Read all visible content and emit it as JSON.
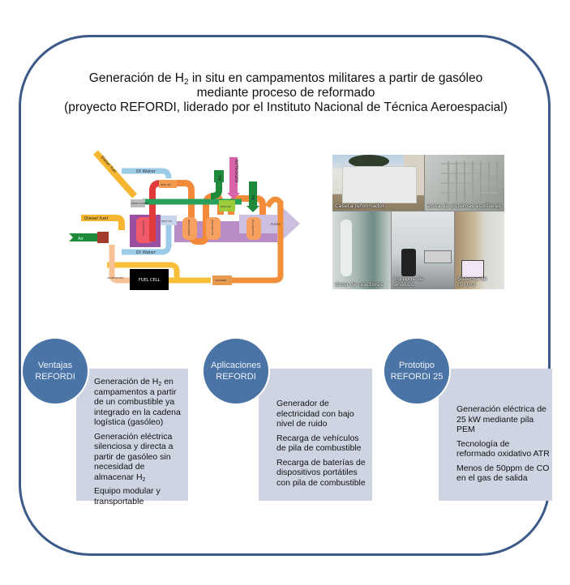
{
  "title": {
    "line1_pre": "Generación de H",
    "line1_sub": "2",
    "line1_post": " in situ en campamentos militares a partir de gasóleo",
    "line2": "mediante proceso de reformado",
    "line3": "(proyecto REFORDI, liderado por el Instituto Nacional de Técnica Aeroespacial)"
  },
  "diagram": {
    "labels": {
      "diesel_fuel_top": "Diesel fuel",
      "di_water_top": "DI Water",
      "mixing_chamber": "MIXING CHAMBER",
      "heat_ex_top": "HEAT EX.",
      "heat_ex_mid": "HEAT EX.",
      "heat_ex_right": "HEAT EX.",
      "air_left_top": "Air",
      "nitrogen": "NYTROGEN",
      "air_right": "Air",
      "diesel_fuel_left": "Diesel fuel",
      "air_inlet": "Air",
      "osr_reactor": "OSR REACTOR",
      "desulfurizer": "DESULFURIZER",
      "wgs_reactor": "WGS REACTOR",
      "prox_reactor": "PrOx REACTOR",
      "pumes": "PUMES",
      "di_water_bottom": "DI Water",
      "fuel_cell": "FUEL CELL",
      "anode_output": "ANODE OUTPUT",
      "scrubber": "SCRUBBER"
    },
    "colors": {
      "diesel": "#f6b632",
      "water": "#9ccbe8",
      "air": "#1e8a3a",
      "nitrogen": "#d863a8",
      "reformate": "#f28a3a",
      "hot": "#e03a3a",
      "process": "#b98cc7",
      "pumes": "#cdbfe0",
      "anode": "#f7c196"
    }
  },
  "photos": {
    "captions": [
      "Caseta reformador",
      "Zona de sistemas auxiliares",
      "Zona de reactores",
      "Equipos de análisis",
      "Sistema de control"
    ]
  },
  "groups": [
    {
      "heading_line1": "Ventajas",
      "heading_line2": "REFORDI",
      "items": [
        {
          "pre": "Generación de H",
          "sub": "2",
          "post": " en campamentos a partir de un combustible ya integrado en la cadena logística (gasóleo)"
        },
        {
          "pre": "Generación eléctrica silenciosa y directa a partir de gasóleo sin necesidad de almacenar H",
          "sub": "2",
          "post": ""
        },
        {
          "pre": "Equipo modular y transportable",
          "sub": "",
          "post": ""
        }
      ]
    },
    {
      "heading_line1": "Aplicaciones",
      "heading_line2": "REFORDI",
      "items": [
        {
          "pre": "Generador de electricidad con bajo nivel de ruido",
          "sub": "",
          "post": ""
        },
        {
          "pre": "Recarga de vehículos de pila de combustible",
          "sub": "",
          "post": ""
        },
        {
          "pre": "Recarga de baterías de dispositivos portátiles con pila de combustible",
          "sub": "",
          "post": ""
        }
      ]
    },
    {
      "heading_line1": "Prototipo",
      "heading_line2": "REFORDI 25",
      "items": [
        {
          "pre": "Generación eléctrica de 25 kW mediante pila PEM",
          "sub": "",
          "post": ""
        },
        {
          "pre": "Tecnología de reformado oxidativo ATR",
          "sub": "",
          "post": ""
        },
        {
          "pre": "Menos de 50ppm de CO en el gas de salida",
          "sub": "",
          "post": ""
        }
      ]
    }
  ],
  "colors": {
    "frame": "#3b5a8a",
    "circle": "#4a73a6",
    "box": "#cfd4e3"
  }
}
